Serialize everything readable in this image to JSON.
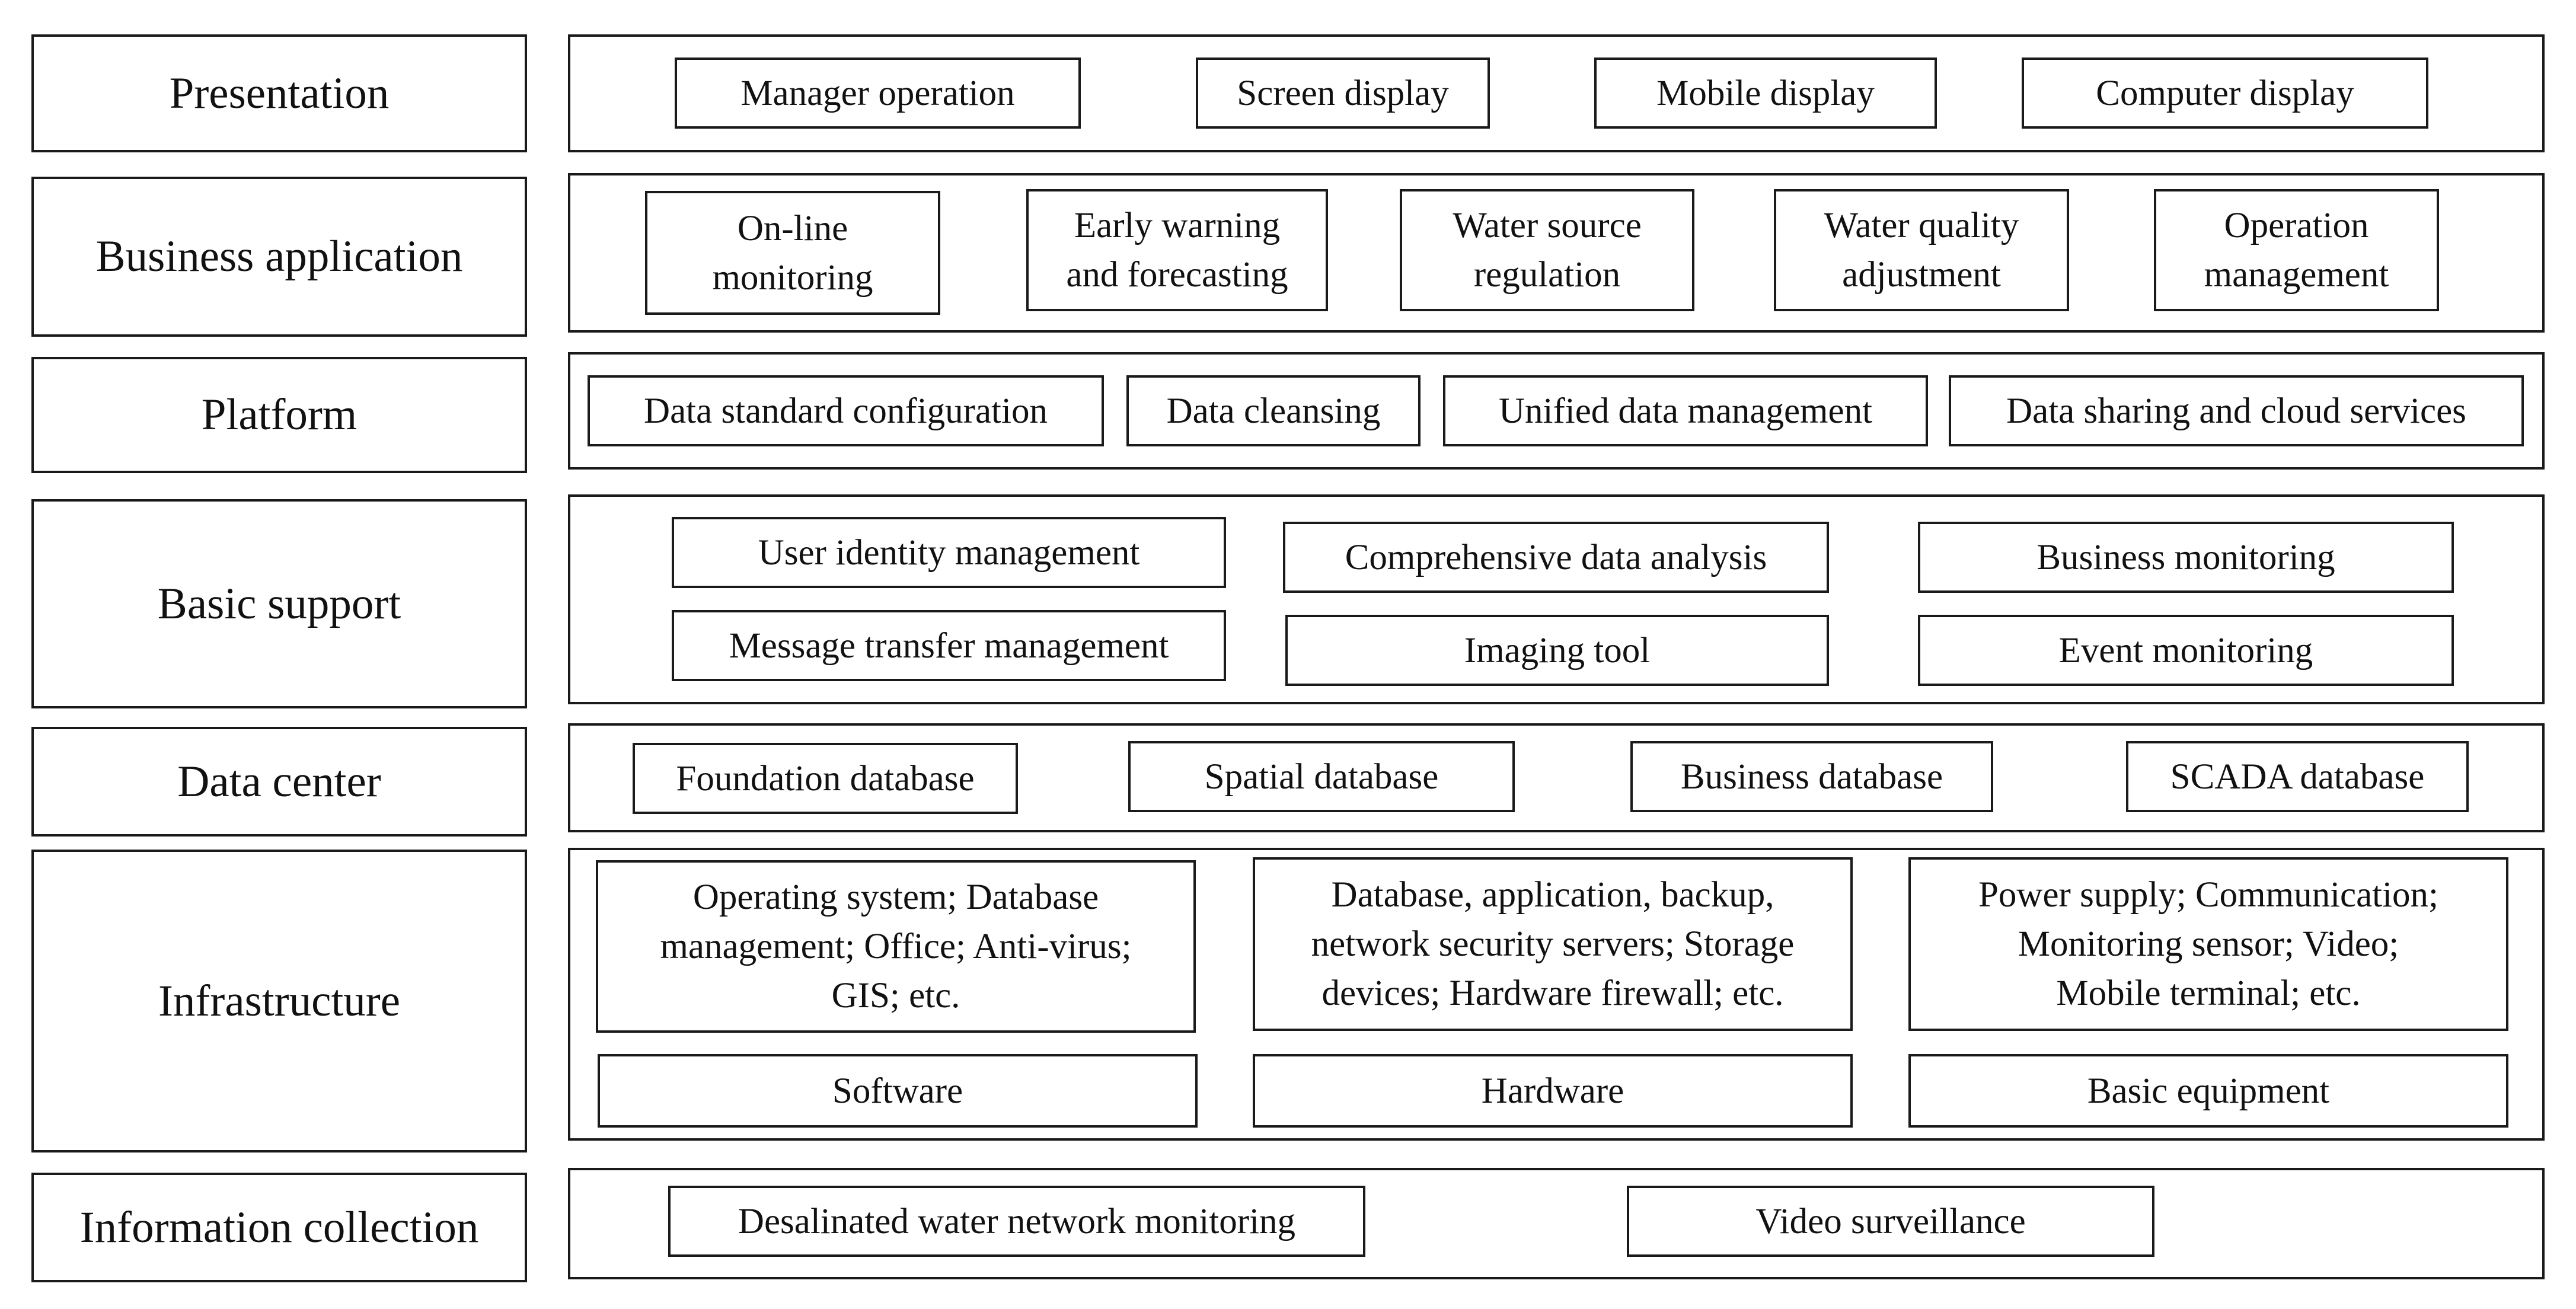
{
  "layers": {
    "presentation": {
      "label": "Presentation",
      "items": [
        "Manager operation",
        "Screen display",
        "Mobile display",
        "Computer display"
      ]
    },
    "business_application": {
      "label": "Business application",
      "items": [
        "On-line\nmonitoring",
        "Early warning\nand forecasting",
        "Water source\nregulation",
        "Water quality\nadjustment",
        "Operation\nmanagement"
      ]
    },
    "platform": {
      "label": "Platform",
      "items": [
        "Data standard configuration",
        "Data cleansing",
        "Unified data management",
        "Data sharing and cloud services"
      ]
    },
    "basic_support": {
      "label": "Basic support",
      "items": [
        "User identity management",
        "Comprehensive data analysis",
        "Business monitoring",
        "Message transfer management",
        "Imaging tool",
        "Event monitoring"
      ]
    },
    "data_center": {
      "label": "Data center",
      "items": [
        "Foundation database",
        "Spatial database",
        "Business database",
        "SCADA database"
      ]
    },
    "infrastructure": {
      "label": "Infrastructure",
      "details": [
        "Operating system; Database\nmanagement; Office; Anti-virus;\nGIS; etc.",
        "Database, application, backup,\nnetwork security servers; Storage\ndevices; Hardware firewall; etc.",
        "Power supply; Communication;\nMonitoring sensor; Video;\nMobile terminal; etc."
      ],
      "categories": [
        "Software",
        "Hardware",
        "Basic equipment"
      ]
    },
    "information_collection": {
      "label": "Information collection",
      "items": [
        "Desalinated water network monitoring",
        "Video surveillance"
      ]
    }
  }
}
